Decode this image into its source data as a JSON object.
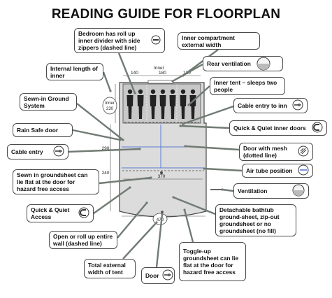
{
  "title": "READING GUIDE FOR FLOORPLAN",
  "colors": {
    "leader": "#707b73",
    "outline": "#4a4a4a",
    "inner_fill": "#c8c8c8",
    "floor_fill": "#dcdcdc",
    "inner_line": "#5a7bd0",
    "figure": "#222222"
  },
  "dimensions": {
    "inner_label": "Inner",
    "inner_widths": [
      "140",
      "180",
      "120"
    ],
    "inner_length_line1": "Inner",
    "inner_length_line2": "230",
    "total_length_front": "290",
    "total_length_rear": "240",
    "air_tube_width": "370",
    "total_width": "470"
  },
  "labels": {
    "bedroom_divider": "Bedroom has roll up inner divider with side zippers (dashed line)",
    "inner_compartment_width": "Inner compartment external width",
    "internal_length": "Internal length of inner",
    "rear_ventilation": "Rear ventilation",
    "inner_tent": "Inner tent – sleeps two people",
    "sewn_in_ground": "Sewn-in Ground System",
    "cable_entry_inn": "Cable entry to inn",
    "rain_safe_door": "Rain Safe door",
    "quick_quiet_inner": "Quick & Quiet inner doors",
    "cable_entry": "Cable entry",
    "door_mesh": "Door with mesh (dotted line)",
    "air_tube": "Air tube position",
    "sewn_groundsheet": "Sewn in groundsheet can lie flat at the door for hazard free access",
    "ventilation": "Ventilation",
    "quick_quiet_access": "Quick & Quiet Access",
    "detachable_bathtub": "Detachable bathtub ground-sheet, zip-out groundsheet or no groundsheet (no fill)",
    "open_roll": "Open or roll up entire wall (dashed line)",
    "toggle_up": "Toggle-up groundsheet can lie flat at the door for hazard free access",
    "total_external": "Total external width of tent",
    "door": "Door"
  }
}
